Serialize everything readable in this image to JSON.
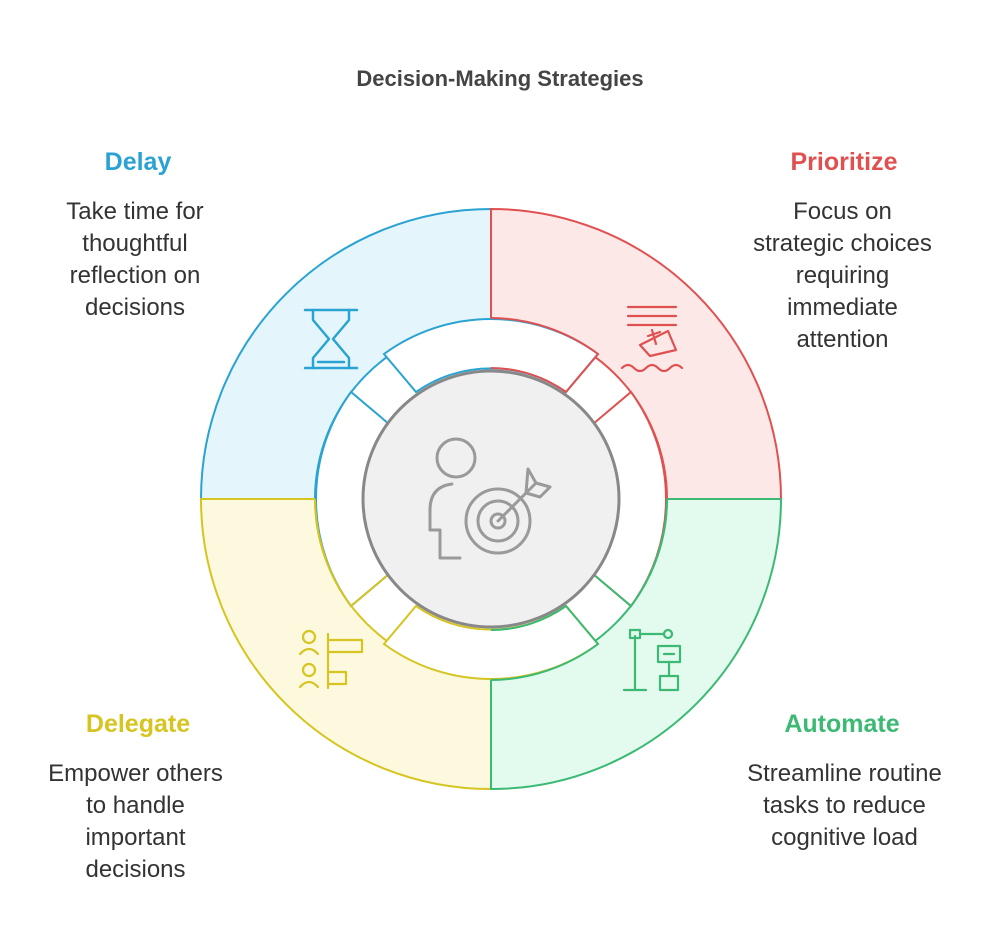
{
  "title": "Decision-Making Strategies",
  "segments": [
    {
      "id": "delay",
      "heading": "Delay",
      "text": "Take time for\nthoughtful\nreflection on\ndecisions",
      "color": "#2aa3d2",
      "fill": "#e4f6fc",
      "icon": "hourglass-icon"
    },
    {
      "id": "prioritize",
      "heading": "Prioritize",
      "text": "Focus on\nstrategic choices\nrequiring\nimmediate\nattention",
      "color": "#e05050",
      "fill": "#fde8e8",
      "icon": "sinking-ship-icon"
    },
    {
      "id": "delegate",
      "heading": "Delegate",
      "text": "Empower others\nto handle\nimportant\ndecisions",
      "color": "#d6c420",
      "fill": "#fdf9de",
      "icon": "people-assign-icon"
    },
    {
      "id": "automate",
      "heading": "Automate",
      "text": "Streamline routine\ntasks to reduce\ncognitive load",
      "color": "#3cba74",
      "fill": "#e3faee",
      "icon": "robotic-arm-icon"
    }
  ],
  "center": {
    "icon": "person-target-icon",
    "color": "#888888",
    "fill": "#f0f0f0"
  }
}
